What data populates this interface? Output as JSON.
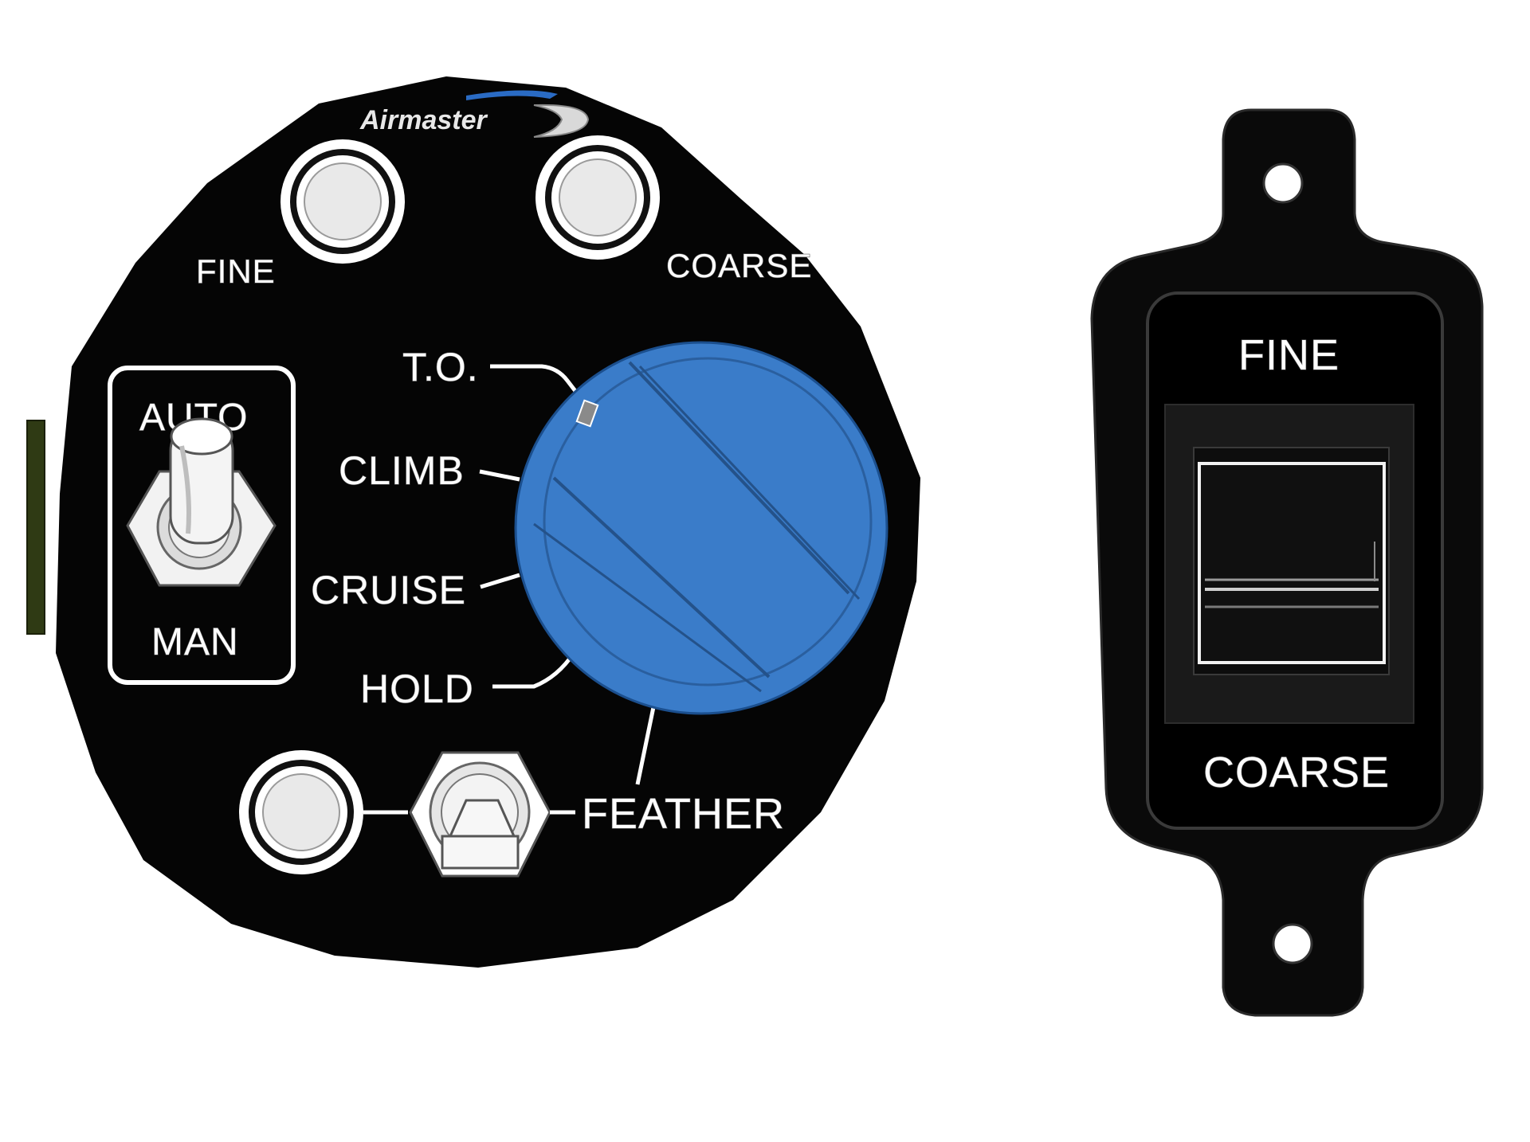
{
  "controller": {
    "brand": "Airmaster",
    "lamps": {
      "fine_label": "FINE",
      "coarse_label": "COARSE"
    },
    "mode_switch": {
      "top_label": "AUTO",
      "bottom_label": "MAN"
    },
    "selector": {
      "positions": [
        "T.O.",
        "CLIMB",
        "CRUISE",
        "HOLD"
      ],
      "feather_label": "FEATHER",
      "knob_color": "#3a7cc9"
    },
    "panel_color": "#050505"
  },
  "rocker_switch": {
    "top_label": "FINE",
    "bottom_label": "COARSE",
    "body_color": "#0a0a0a"
  }
}
